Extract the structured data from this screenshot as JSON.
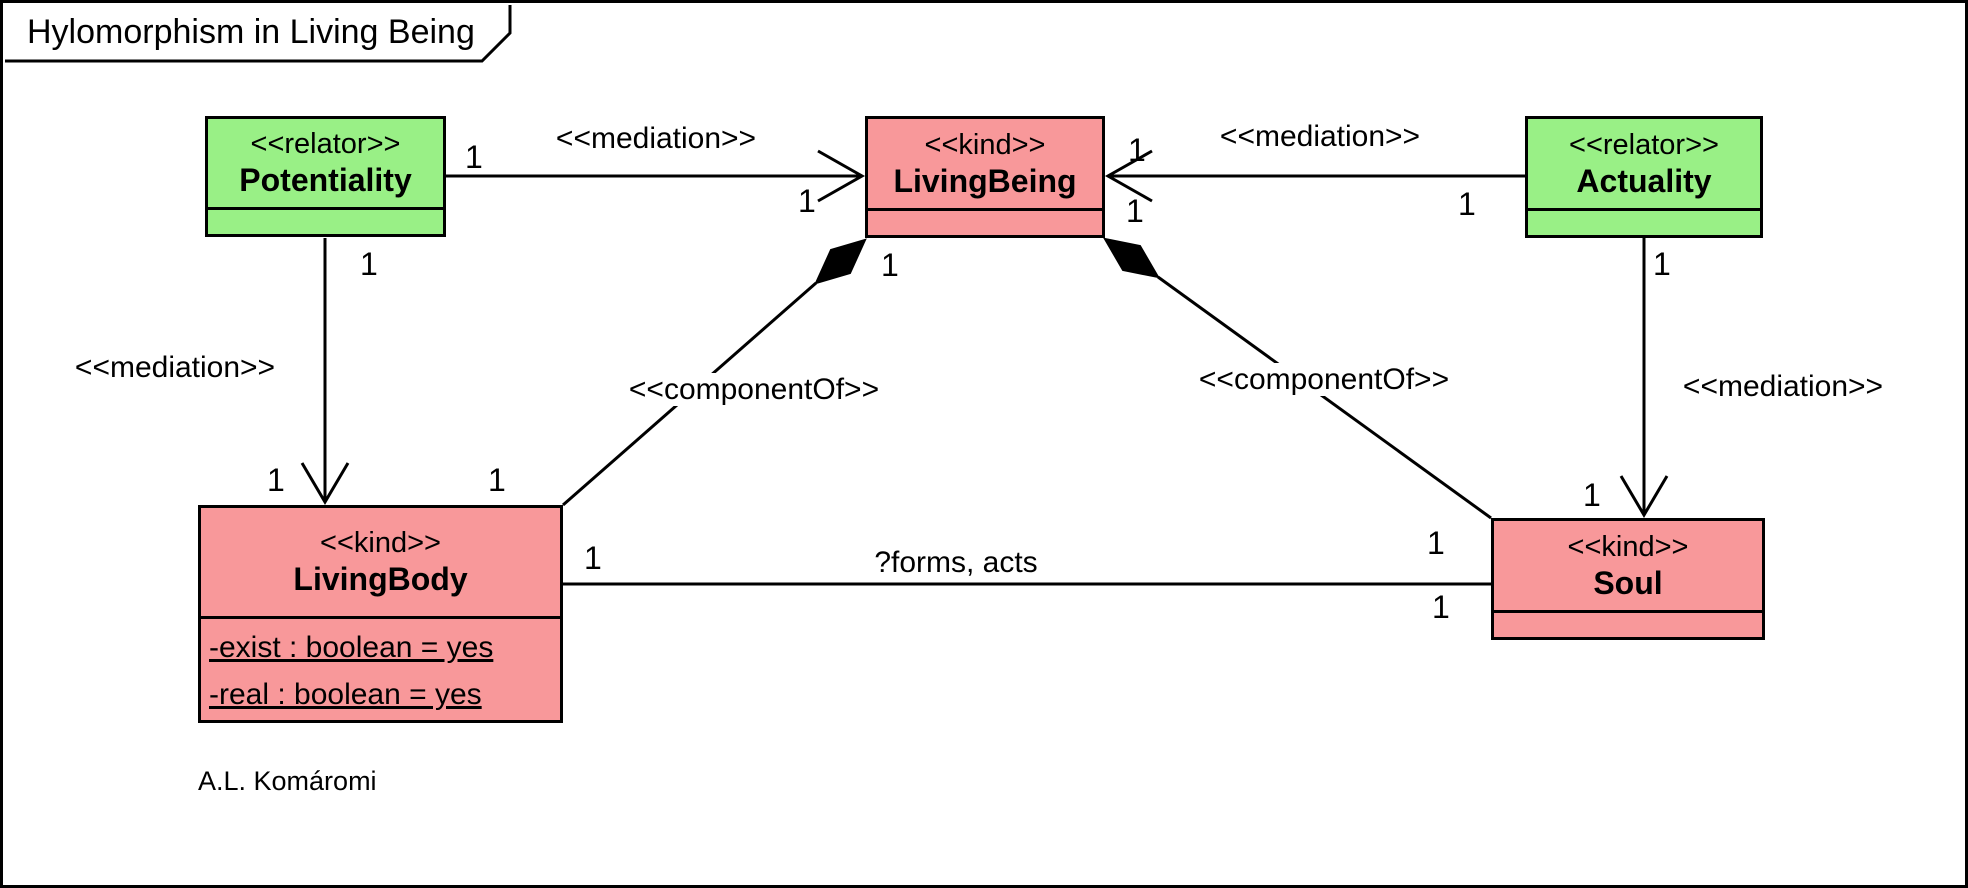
{
  "diagram": {
    "title": "Hylomorphism in Living Being",
    "author": "A.L. Komáromi"
  },
  "colors": {
    "relator_fill": "#99f086",
    "kind_fill": "#f8989a",
    "line": "#000000",
    "background": "#ffffff"
  },
  "classes": {
    "potentiality": {
      "stereotype": "<<relator>>",
      "name": "Potentiality"
    },
    "living_being": {
      "stereotype": "<<kind>>",
      "name": "LivingBeing"
    },
    "actuality": {
      "stereotype": "<<relator>>",
      "name": "Actuality"
    },
    "living_body": {
      "stereotype": "<<kind>>",
      "name": "LivingBody",
      "attributes": [
        "-exist : boolean = yes",
        "-real : boolean = yes"
      ]
    },
    "soul": {
      "stereotype": "<<kind>>",
      "name": "Soul"
    }
  },
  "connector_labels": {
    "mediation": "<<mediation>>",
    "component_of": "<<componentOf>>",
    "forms_acts": "?forms, acts",
    "one": "1"
  }
}
